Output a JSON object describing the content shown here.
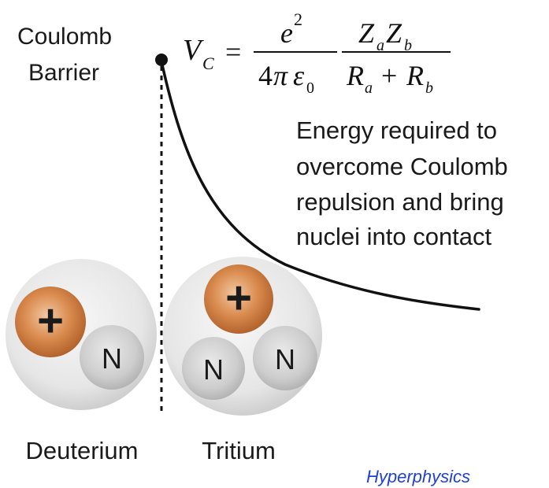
{
  "barrier_label": [
    "Coulomb",
    "Barrier"
  ],
  "formula": {
    "lhs": "V",
    "lhs_sub": "C",
    "equals": "=",
    "num1": "e",
    "num1_sup": "2",
    "den1_a": "4",
    "den1_pi": "π",
    "den1_eps": "ε",
    "den1_eps_sub": "0",
    "num2_a": "Z",
    "num2_a_sub": "a",
    "num2_b": "Z",
    "num2_b_sub": "b",
    "den2_a": "R",
    "den2_a_sub": "a",
    "den2_plus": "+",
    "den2_b": "R",
    "den2_b_sub": "b"
  },
  "description": [
    "Energy required to",
    "overcome Coulomb",
    "repulsion and bring",
    "nuclei into contact"
  ],
  "nuclei": {
    "deuterium": {
      "label": "Deuterium",
      "proton_symbol": "+",
      "neutron_symbol": "N"
    },
    "tritium": {
      "label": "Tritium",
      "proton_symbol": "+",
      "neutron_symbol": "N"
    }
  },
  "credit": "Hyperphysics",
  "colors": {
    "nucleus_bg": "#e6e6e6",
    "proton": "#c8763e",
    "neutron": "#c9c9c9",
    "credit": "#1f3fd8"
  }
}
